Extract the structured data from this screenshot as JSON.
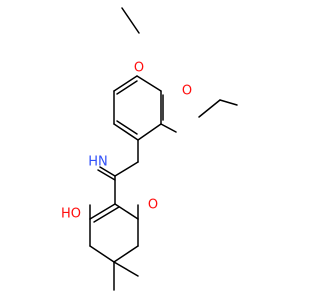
{
  "atom_labels": {
    "o_top": "O",
    "o_ring_right": "O",
    "nh": "HN",
    "ho": "HO",
    "o_ketone": "O"
  },
  "colors": {
    "oxygen": "#ff0d0d",
    "nitrogen": "#3050f8",
    "carbon_bond": "#000000"
  }
}
